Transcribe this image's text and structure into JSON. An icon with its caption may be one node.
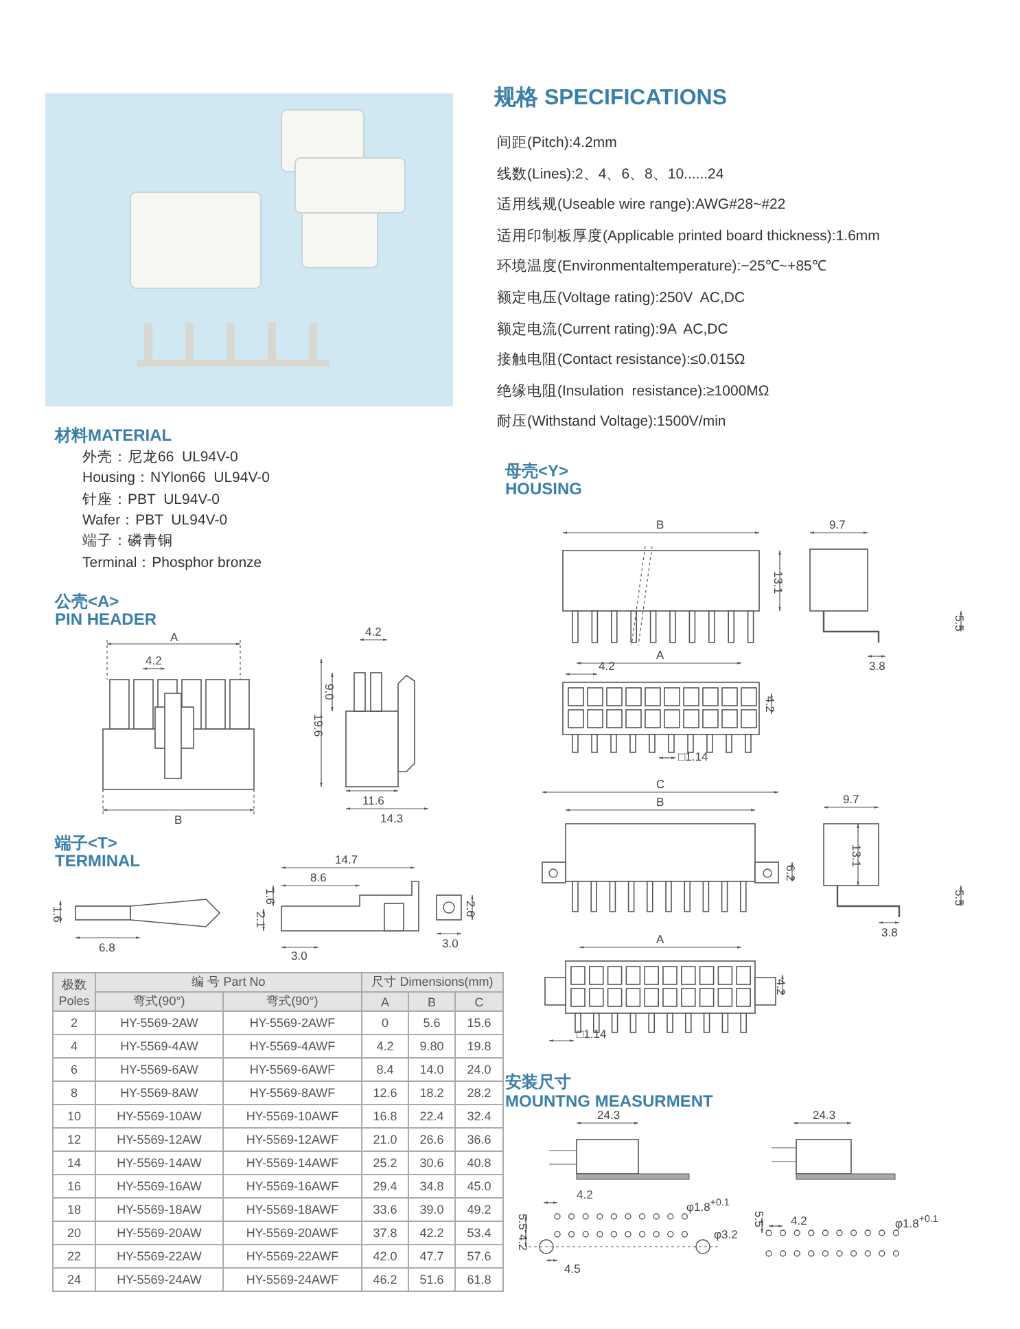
{
  "diagram": {
    "labels": [
      "规格 SPECIFICATIONS",
      "间距(Pitch):4.2mm",
      "线数(Lines):2、4、6、8、10......24",
      "适用线规(Useable wire range):AWG#28~#22",
      "适用印制板厚度(Applicable printed board thickness):1.6mm",
      "环境温度(Environmentaltemperature):−25℃~+85℃",
      "额定电压(Voltage rating):250V  AC,DC",
      "额定电流(Current rating):9A  AC,DC",
      "接触电阻(Contact resistance):≤0.015Ω",
      "绝缘电阻(Insulation  resistance):≥1000MΩ",
      "耐压(Withstand Voltage):1500V/min",
      "材料MATERIAL",
      "外壳：尼龙66  UL94V-0",
      "Housing：NYlon66  UL94V-0",
      "针座：PBT  UL94V-0",
      "Wafer：PBT  UL94V-0",
      "端子：磷青铜",
      "Terminal：Phosphor bronze",
      "母壳<Y>",
      "HOUSING",
      "公壳<A>",
      "PIN HEADER",
      "A",
      "4.2",
      "B",
      "4.2",
      "9.0",
      "19.6",
      "11.6",
      "14.3",
      "B",
      "9.7",
      "13.1",
      "5.5",
      "3.8",
      "A",
      "4.2",
      "4.2",
      "□1.14",
      "C",
      "B",
      "9.7",
      "13.1",
      "6.2",
      "5.5",
      "3.8",
      "A",
      "4.2",
      "□1.14",
      "端子<T>",
      "TERMINAL",
      "14.7",
      "8.6",
      "1.6",
      "1.6",
      "2.1",
      "2.6",
      "6.8",
      "3.0",
      "3.0",
      "极数 Poles",
      "编 号 Part No",
      "尺寸 Dimensions(mm)",
      "弯式(90°)",
      "弯式(90°)",
      "A",
      "B",
      "C",
      "2",
      "HY-5569-2AW",
      "HY-5569-2AWF",
      "0",
      "5.6",
      "15.6",
      "4",
      "HY-5569-4AW",
      "HY-5569-4AWF",
      "4.2",
      "9.80",
      "19.8",
      "6",
      "HY-5569-6AW",
      "HY-5569-6AWF",
      "8.4",
      "14.0",
      "24.0",
      "8",
      "HY-5569-8AW",
      "HY-5569-8AWF",
      "12.6",
      "18.2",
      "28.2",
      "10",
      "HY-5569-10AW",
      "HY-5569-10AWF",
      "16.8",
      "22.4",
      "32.4",
      "12",
      "HY-5569-12AW",
      "HY-5569-12AWF",
      "21.0",
      "26.6",
      "36.6",
      "14",
      "HY-5569-14AW",
      "HY-5569-14AWF",
      "25.2",
      "30.6",
      "40.8",
      "16",
      "HY-5569-16AW",
      "HY-5569-16AWF",
      "29.4",
      "34.8",
      "45.0",
      "18",
      "HY-5569-18AW",
      "HY-5569-18AWF",
      "33.6",
      "39.0",
      "49.2",
      "20",
      "HY-5569-20AW",
      "HY-5569-20AWF",
      "37.8",
      "42.2",
      "53.4",
      "22",
      "HY-5569-22AW",
      "HY-5569-22AWF",
      "42.0",
      "47.7",
      "57.6",
      "24",
      "HY-5569-24AW",
      "HY-5569-24AWF",
      "46.2",
      "51.6",
      "61.8",
      "安装尺寸",
      "MOUNTNG MEASURMENT",
      "24.3",
      "24.3",
      "4.2",
      "φ1.8$^{+0.1}$",
      "5.5",
      "4.2",
      "φ3.2",
      "4.5",
      "5.5",
      "4.2",
      "φ1.8$^{+0.1}$"
    ]
  }
}
